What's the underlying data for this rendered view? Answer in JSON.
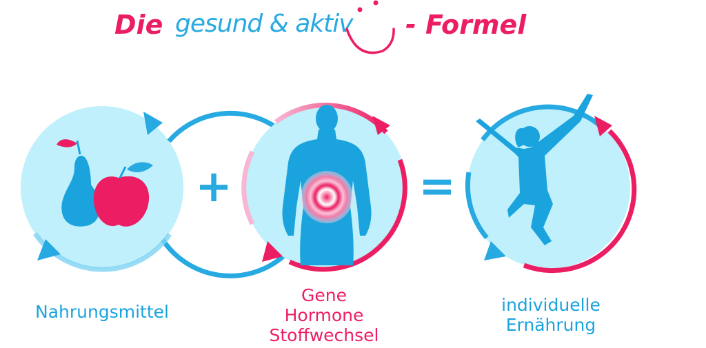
{
  "title": {
    "word_die": "Die",
    "word_middle": "gesund & aktiv",
    "word_formel": "- Formel"
  },
  "operators": {
    "plus": "+",
    "equals": "="
  },
  "circles": [
    {
      "caption_lines": [
        "Nahrungsmittel"
      ],
      "icon": "pear-apple-icon"
    },
    {
      "caption_lines": [
        "Gene",
        "Hormone",
        "Stoffwechsel"
      ],
      "icon": "human-body-icon"
    },
    {
      "caption_lines": [
        "individuelle",
        "Ernährung"
      ],
      "icon": "jumping-woman-icon"
    }
  ],
  "colors": {
    "blue": "#27a9e1",
    "pink": "#ec1e63",
    "circle_fill": "#bff0fb"
  }
}
